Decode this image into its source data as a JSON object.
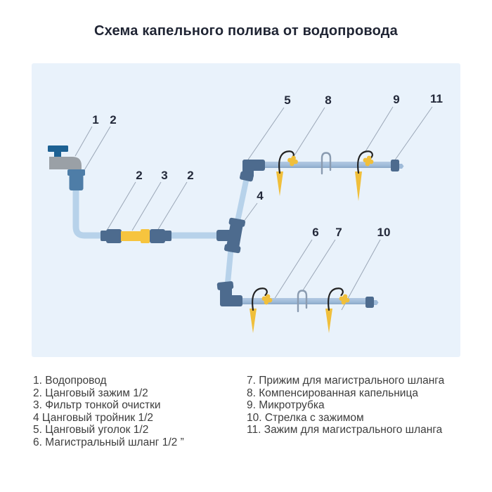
{
  "title": "Схема капельного полива от водопровода",
  "diagram": {
    "callouts": [
      {
        "label": "1"
      },
      {
        "label": "2"
      },
      {
        "label": "2"
      },
      {
        "label": "3"
      },
      {
        "label": "2"
      },
      {
        "label": "4"
      },
      {
        "label": "5"
      },
      {
        "label": "8"
      },
      {
        "label": "9"
      },
      {
        "label": "11"
      },
      {
        "label": "6"
      },
      {
        "label": "7"
      },
      {
        "label": "10"
      }
    ]
  },
  "legend": {
    "left": [
      "1. Водопровод",
      "2. Цанговый зажим 1/2",
      "3. Фильтр тонкой очистки",
      "4 Цанговый тройник 1/2",
      "5. Цанговый уголок 1/2",
      "6. Магистральный шланг 1/2 ”"
    ],
    "right": [
      "7. Прижим для магистрального шланга",
      "8. Компенсированная капельница",
      "9. Микротрубка",
      "10. Стрелка с зажимом",
      "11. Зажим для магистрального шланга"
    ]
  },
  "colors": {
    "title": "#1f2433",
    "number": "#23293a",
    "legend_text": "#3d3d3d",
    "panel_bg": "#e9f2fb",
    "pipe": "#b7d2ea",
    "hose": "#9fbbd9",
    "hose_light": "#b3c9e2",
    "hose_dark": "#8aa7c7",
    "fitting": "#4d6b8e",
    "faucet_body": "#9aa0a6",
    "faucet_handle": "#1d6193",
    "clamp_connector": "#4e7da7",
    "filter_yellow": "#f6c43e",
    "drip_yellow": "#f0bf3b",
    "microtube": "#222222",
    "clip": "#8a9bb0",
    "leader": "#9aa6b6"
  }
}
